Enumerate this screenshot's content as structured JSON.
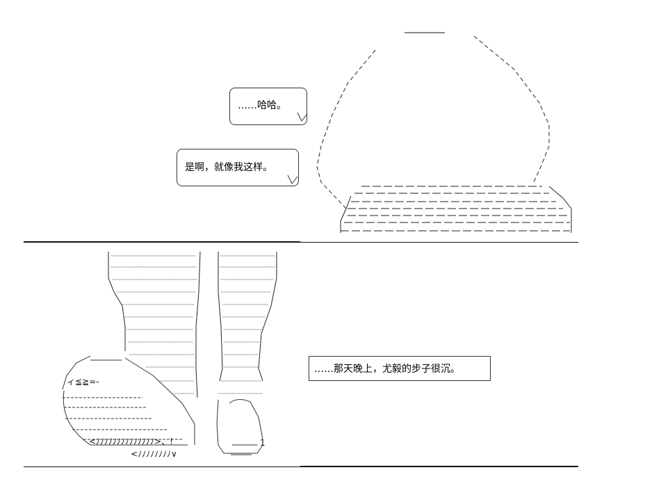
{
  "bubble_1": {
    "text": "……哈哈。"
  },
  "bubble_2": {
    "text": "是啊，就像我这样。"
  },
  "caption": {
    "text": "……那天晚上，尤毅的步子很沉。"
  },
  "ascii_art": {
    "jar_rim": "────────",
    "legs_bottom_1": "<ﾉﾉﾉﾉﾉﾉﾉﾉﾉﾉﾉﾉﾉﾉ>、!",
    "legs_bottom_2": "<ﾉﾉﾉﾉﾉﾉﾉﾉ∨",
    "shoe_scribble": "ィ≦≧=-",
    "right_shoe_mark": "1"
  }
}
